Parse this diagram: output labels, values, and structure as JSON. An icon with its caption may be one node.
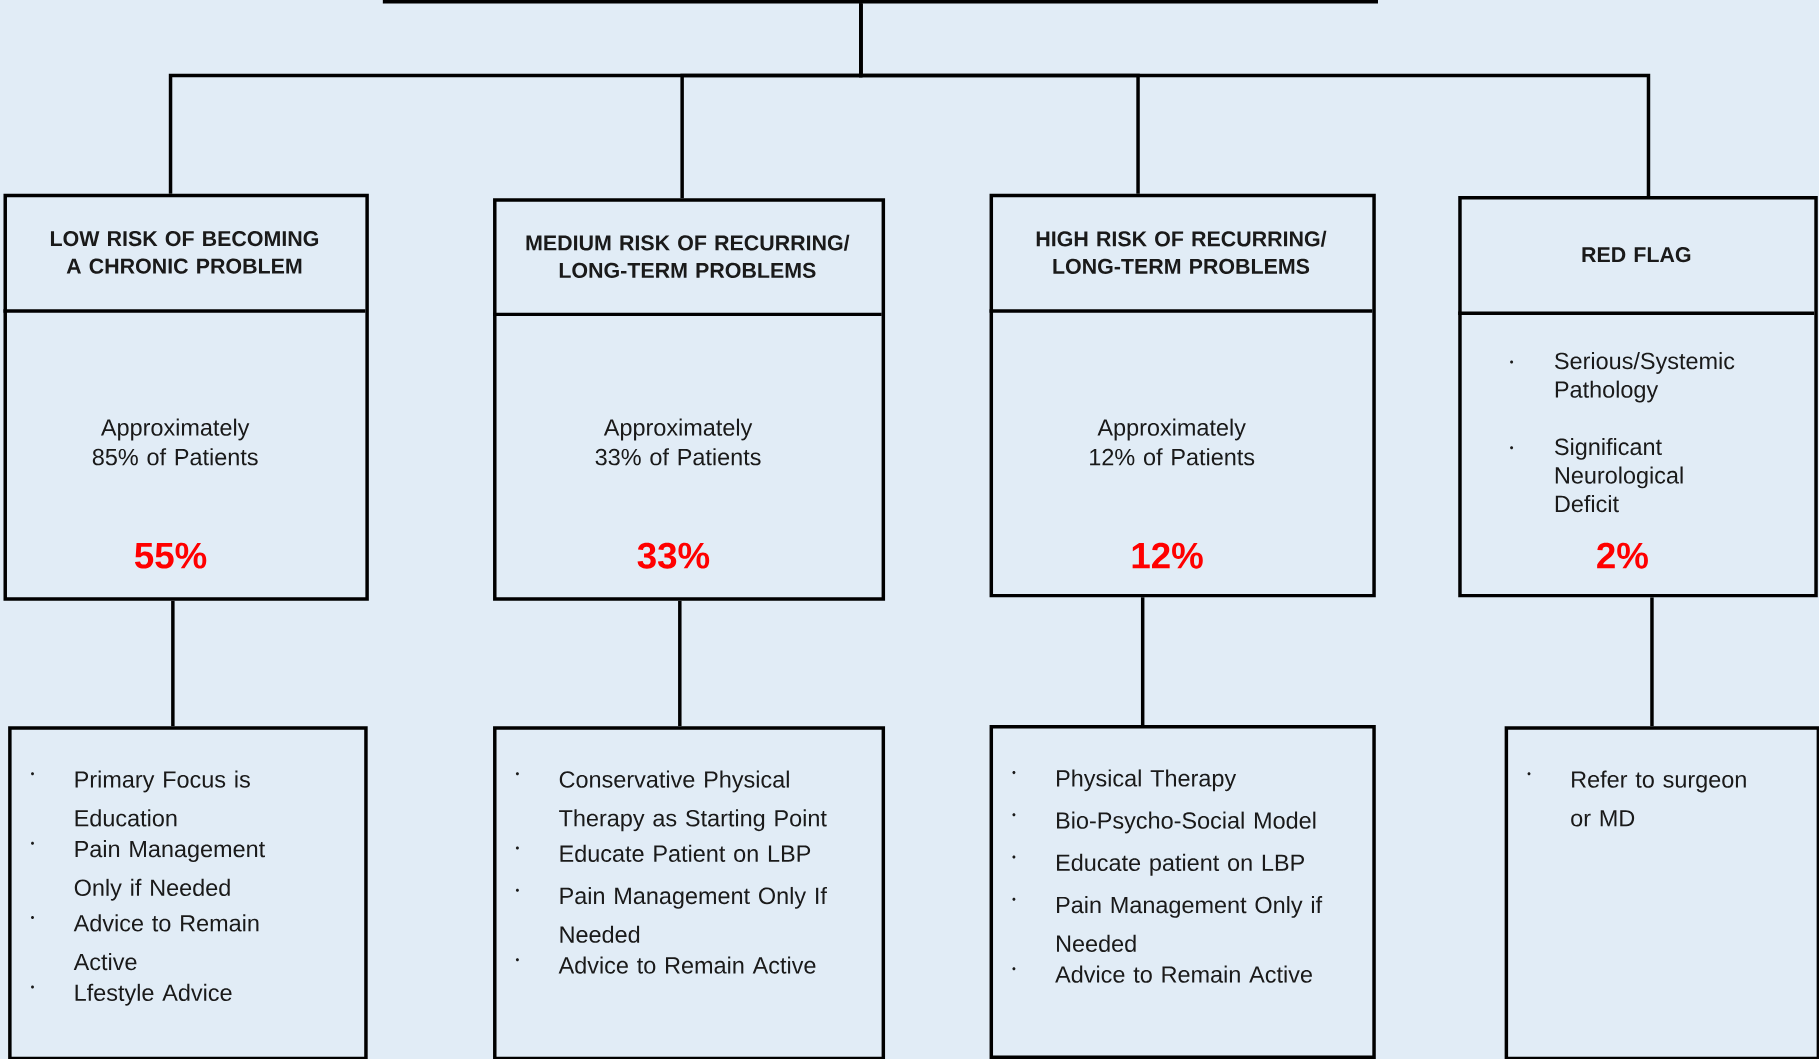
{
  "diagram": {
    "nodes": [
      {
        "text": [],
        "shape": "box"
      },
      {
        "text": [
          "LOW RISK OF BECOMING A CHRONIC PROBLEM",
          "Approximately 85% of Patients",
          "55%"
        ]
      },
      {
        "text": [
          "MEDIUM RISK OF RECURRING/ LONG-TERM PROBLEMS",
          "Approximately 33% of Patients",
          "33%"
        ]
      },
      {
        "text": [
          "HIGH RISK OF RECURRING/ LONG-TERM PROBLEMS",
          "Approximately 12% of Patients",
          "12%"
        ]
      },
      {
        "text": [
          "RED FLAG",
          "Serious/Systemic Pathology",
          "Significant Neurological Deficit",
          "2%"
        ]
      },
      {
        "text": [
          "Primary Focus is Education",
          "Pain Management Only if Needed",
          "Advice to Remain Active",
          "Lfestyle Advice"
        ]
      },
      {
        "text": [
          "Conservative Physical Therapy as Starting Point",
          "Educate Patient on LBP",
          "Pain Management Only If Needed",
          "Advice to Remain Active"
        ]
      },
      {
        "text": [
          "Physical Therapy",
          "Bio-Psycho-Social Model",
          "Educate patient on LBP",
          "Pain Management Only if Needed",
          "Advice to Remain Active"
        ]
      },
      {
        "text": [
          "Refer to surgeon or MD"
        ]
      }
    ],
    "edges": [
      {
        "from": 0,
        "to": 1,
        "arrow": "none"
      },
      {
        "from": 0,
        "to": 2,
        "arrow": "none"
      },
      {
        "from": 0,
        "to": 3,
        "arrow": "none"
      },
      {
        "from": 0,
        "to": 4,
        "arrow": "none"
      },
      {
        "from": 1,
        "to": 5,
        "arrow": "none"
      },
      {
        "from": 2,
        "to": 6,
        "arrow": "none"
      },
      {
        "from": 3,
        "to": 7,
        "arrow": "none"
      },
      {
        "from": 4,
        "to": 8,
        "arrow": "none"
      }
    ]
  }
}
